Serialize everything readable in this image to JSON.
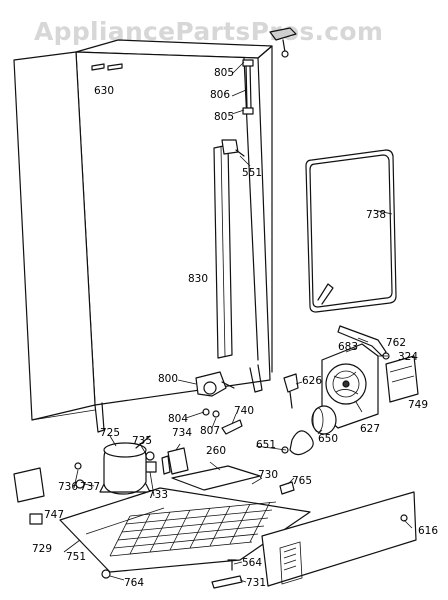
{
  "watermark": "AppliancePartsPros.com",
  "part_labels": {
    "p630": "630",
    "p805a": "805",
    "p806": "806",
    "p805b": "805",
    "p551": "551",
    "p830": "830",
    "p738": "738",
    "p762": "762",
    "p683": "683",
    "p324": "324",
    "p749": "749",
    "p626": "626",
    "p800": "800",
    "p804": "804",
    "p807": "807",
    "p740": "740",
    "p651": "651",
    "p650": "650",
    "p627": "627",
    "p725": "725",
    "p735": "735",
    "p734": "734",
    "p260": "260",
    "p730": "730",
    "p765": "765",
    "p736": "736",
    "p737": "737",
    "p733": "733",
    "p747": "747",
    "p729": "729",
    "p751": "751",
    "p616": "616",
    "p564": "564",
    "p731": "731",
    "p764": "764"
  }
}
